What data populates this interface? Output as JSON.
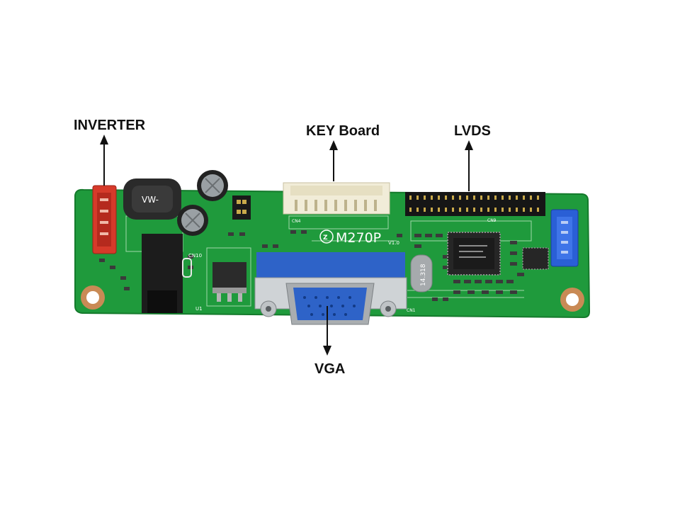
{
  "labels": {
    "inverter": "INVERTER",
    "key_board": "KEY Board",
    "lvds": "LVDS",
    "vga": "VGA"
  },
  "board_markings": {
    "model": "M270P",
    "version": "V1.0",
    "crystal": "14.318",
    "lvds_header": "CN9",
    "vga_connector": "CN1",
    "key_header": "CN4",
    "power_jack": "CN10",
    "regulator": "U1",
    "inductor": "VW-"
  },
  "colors": {
    "pcb": "#1f9a3c",
    "inverter_connector": "#d63a2a",
    "key_connector": "#f1ecd8",
    "vga_shield": "#cfd3d6",
    "vga_body": "#2e63c8",
    "lvds_pins": "#1e1e1e",
    "right_connector": "#2a5fd6"
  },
  "icons": [
    "arrow-up-icon",
    "arrow-down-icon"
  ]
}
